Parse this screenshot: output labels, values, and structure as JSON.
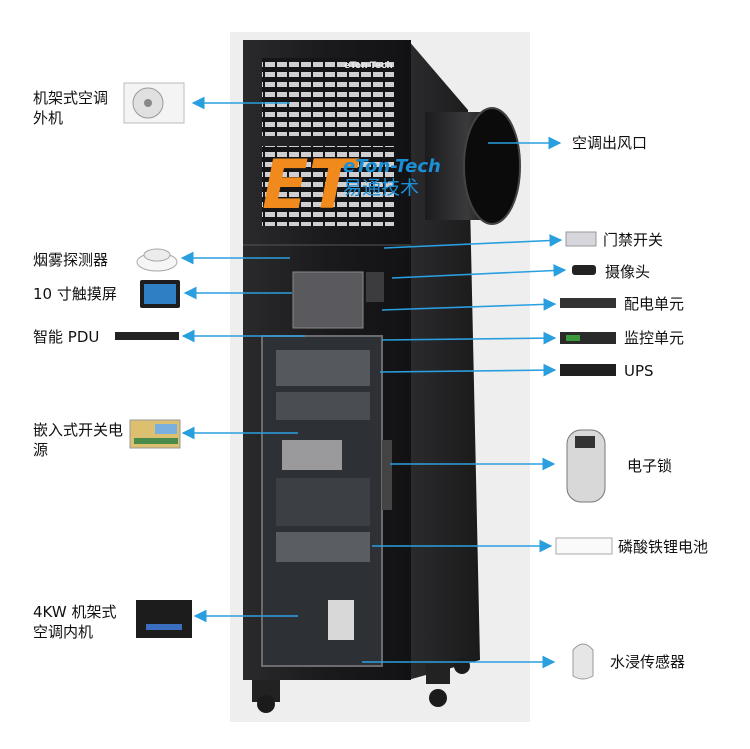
{
  "brand": {
    "name_en": "eTon-Tech",
    "name_cn": "易通技术",
    "colors": {
      "orange": "#f08a1c",
      "blue": "#1a8fd6",
      "arrow": "#2a9fe0",
      "cabinet": "#1d1d1f"
    }
  },
  "labels_left": [
    {
      "id": "rack-ac-outdoor",
      "text": "机架式空调外机"
    },
    {
      "id": "smoke-detector",
      "text": "烟雾探测器"
    },
    {
      "id": "touch-screen",
      "text": "10 寸触摸屏"
    },
    {
      "id": "smart-pdu",
      "text": "智能 PDU"
    },
    {
      "id": "embedded-psu",
      "text": "嵌入式开关电源"
    },
    {
      "id": "rack-ac-indoor",
      "text": "4KW 机架式空调内机"
    }
  ],
  "labels_right": [
    {
      "id": "ac-outlet",
      "text": "空调出风口"
    },
    {
      "id": "access-switch",
      "text": "门禁开关"
    },
    {
      "id": "camera",
      "text": "摄像头"
    },
    {
      "id": "power-distribution",
      "text": "配电单元"
    },
    {
      "id": "monitoring-unit",
      "text": "监控单元"
    },
    {
      "id": "ups",
      "text": "UPS"
    },
    {
      "id": "electronic-lock",
      "text": "电子锁"
    },
    {
      "id": "lifepo4-battery",
      "text": "磷酸铁锂电池"
    },
    {
      "id": "water-sensor",
      "text": "水浸传感器"
    }
  ]
}
